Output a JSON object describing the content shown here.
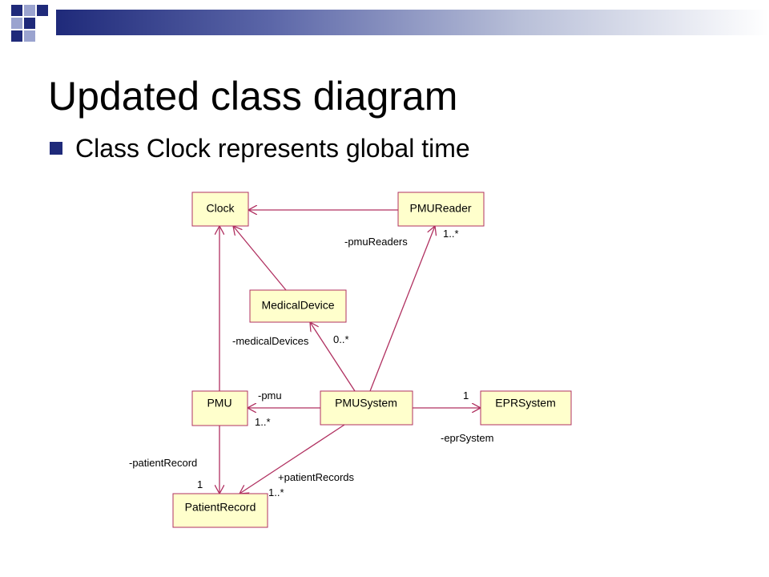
{
  "slide": {
    "title": "Updated class diagram",
    "bullet": "Class Clock represents global time"
  },
  "diagram": {
    "classes": {
      "clock": "Clock",
      "pmu_reader": "PMUReader",
      "medical_device": "MedicalDevice",
      "pmu": "PMU",
      "pmu_system": "PMUSystem",
      "epr_system": "EPRSystem",
      "patient_record": "PatientRecord"
    },
    "labels": {
      "pmu_readers_role": "-pmuReaders",
      "pmu_readers_mult": "1..*",
      "medical_devices_role": "-medicalDevices",
      "medical_devices_mult": "0..*",
      "pmu_role": "-pmu",
      "pmu_mult": "1..*",
      "epr_mult": "1",
      "epr_role": "-eprSystem",
      "patient_record_role": "-patientRecord",
      "patient_record_mult": "1",
      "patient_records_role": "+patientRecords",
      "patient_records_mult": "1..*"
    }
  },
  "colors": {
    "line": "#b03060",
    "box_fill": "#ffffcc",
    "accent": "#1f2a7a"
  }
}
